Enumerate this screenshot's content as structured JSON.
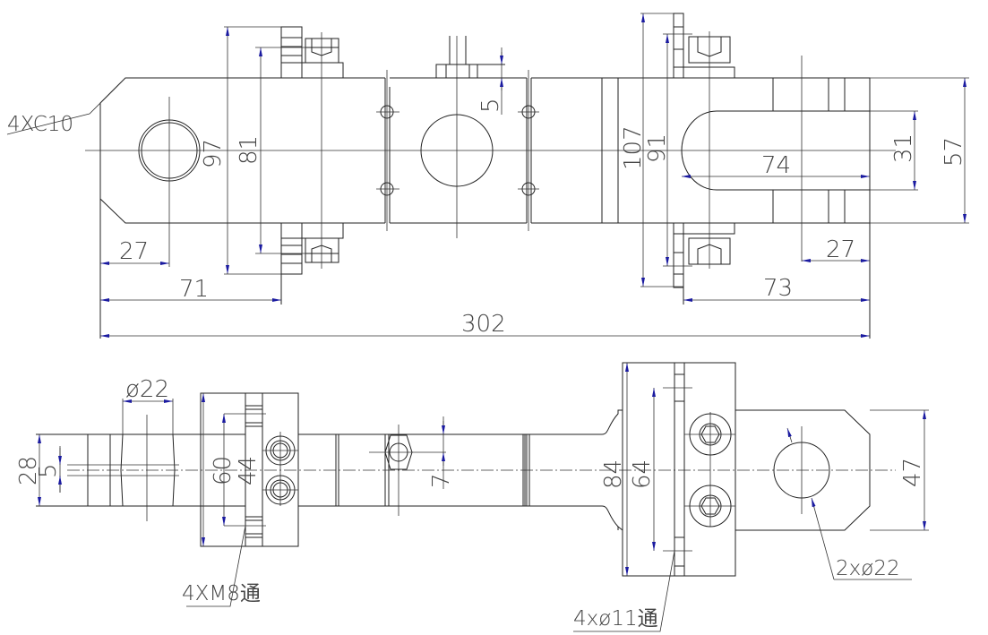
{
  "title": "Clamp assembly drawing",
  "accent_color": "#1a1aa0",
  "top_view": {
    "dims": {
      "chamfer_note": "4XC10",
      "d97": "97",
      "d81": "81",
      "d5": "5",
      "d107": "107",
      "d91": "91",
      "d74": "74",
      "d31": "31",
      "d57": "57",
      "d27_left": "27",
      "d71": "71",
      "d27_right": "27",
      "d73": "73",
      "d302": "302"
    }
  },
  "bottom_view": {
    "dims": {
      "phi22": "ø22",
      "d28": "28",
      "d5": "5",
      "d60": "60",
      "d44": "44",
      "d7": "7",
      "d84": "84",
      "d64": "64",
      "d47": "47",
      "note_m8": "4XM8通",
      "note_11": "4xø11通",
      "note_22": "2xø22"
    }
  }
}
